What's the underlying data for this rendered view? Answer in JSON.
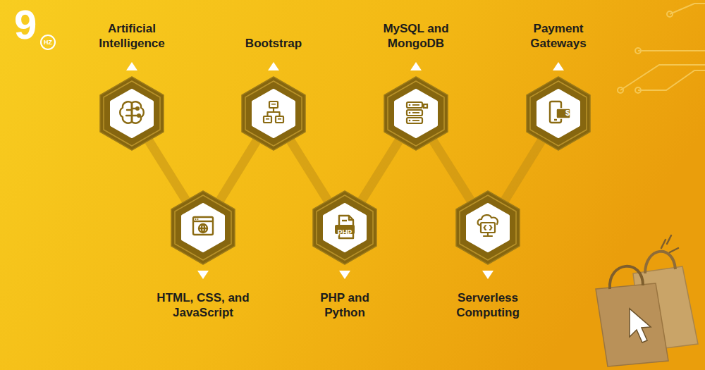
{
  "diagram": {
    "nodes": [
      {
        "text": [
          "Artificial Intelligence"
        ]
      },
      {
        "text": [
          "HTML, CSS, and JavaScript"
        ]
      },
      {
        "text": [
          "Bootstrap"
        ]
      },
      {
        "text": [
          "PHP and Python"
        ]
      },
      {
        "text": [
          "MySQL and MongoDB"
        ]
      },
      {
        "text": [
          "Serverless Computing"
        ]
      },
      {
        "text": [
          "Payment Gateways"
        ]
      }
    ],
    "edges": [
      {
        "from": 0,
        "to": 1,
        "arrow": "none"
      },
      {
        "from": 1,
        "to": 2,
        "arrow": "none"
      },
      {
        "from": 2,
        "to": 3,
        "arrow": "none"
      },
      {
        "from": 3,
        "to": 4,
        "arrow": "none"
      },
      {
        "from": 4,
        "to": 5,
        "arrow": "none"
      },
      {
        "from": 5,
        "to": 6,
        "arrow": "none"
      }
    ],
    "labels": [
      "9",
      "HZ",
      "PHP",
      "$"
    ]
  }
}
